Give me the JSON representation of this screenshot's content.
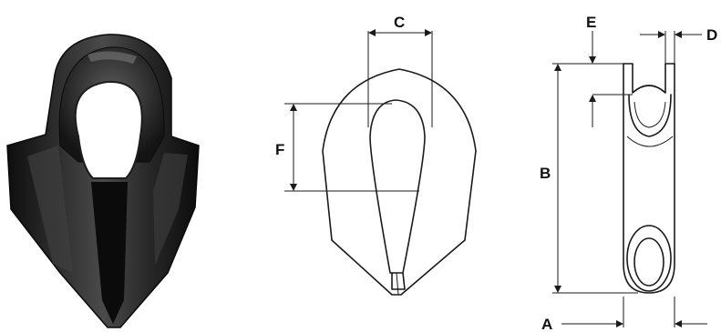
{
  "figure": {
    "dimension_labels": {
      "a": "A",
      "b": "B",
      "c": "C",
      "d": "D",
      "e": "E",
      "f": "F"
    },
    "colors": {
      "ink": "#1a1a1a",
      "photo_dark": "#141414",
      "photo_mid": "#3a3a3a",
      "photo_highlight": "#6e6e6e",
      "background": "#ffffff"
    },
    "icons": [
      "thimble-photo",
      "thimble-front-view-drawing",
      "thimble-side-view-drawing"
    ]
  }
}
